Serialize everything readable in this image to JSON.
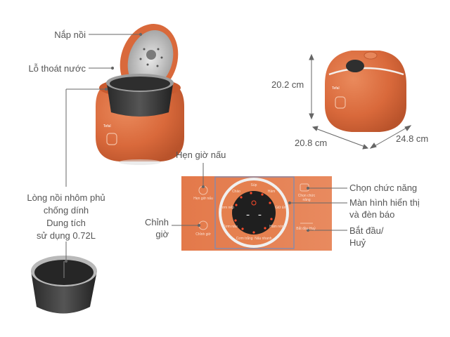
{
  "callouts": {
    "lid": "Nắp nồi",
    "vent": "Lỗ thoát nước",
    "pot_l1": "Lòng nồi nhôm phủ",
    "pot_l2": "chống dính",
    "pot_l3": "Dung tích",
    "pot_l4": "sử dụng 0.72L",
    "timer": "Hẹn giờ nấu",
    "adjust_l1": "Chỉnh",
    "adjust_l2": "giờ",
    "func": "Chọn chức năng",
    "display_l1": "Màn hình hiển thị",
    "display_l2": "và đèn báo",
    "start_l1": "Bắt đầu/",
    "start_l2": "Huỷ"
  },
  "dimensions": {
    "height": "20.2 cm",
    "width": "20.8 cm",
    "depth": "24.8 cm"
  },
  "brand": "Tefal",
  "panel": {
    "left_top": "Hẹn giờ nấu",
    "left_bottom": "Chỉnh giờ",
    "right_top": "Chọn chức năng",
    "right_bottom": "Bắt đầu Huỷ",
    "ring_items": [
      "Cơm trắng",
      "Cơm nâu",
      "Cơm nếp",
      "Cháo",
      "Súp",
      "Hầm",
      "Giữ ấm",
      "Hâm nóng",
      "Nấu nhanh"
    ],
    "display_digits": "- -"
  },
  "colors": {
    "body": "#d9693b",
    "panel": "#e8855a",
    "pot": "#3a3a3a",
    "rim": "#c9c9c9",
    "line": "#666666",
    "text": "#555555"
  }
}
